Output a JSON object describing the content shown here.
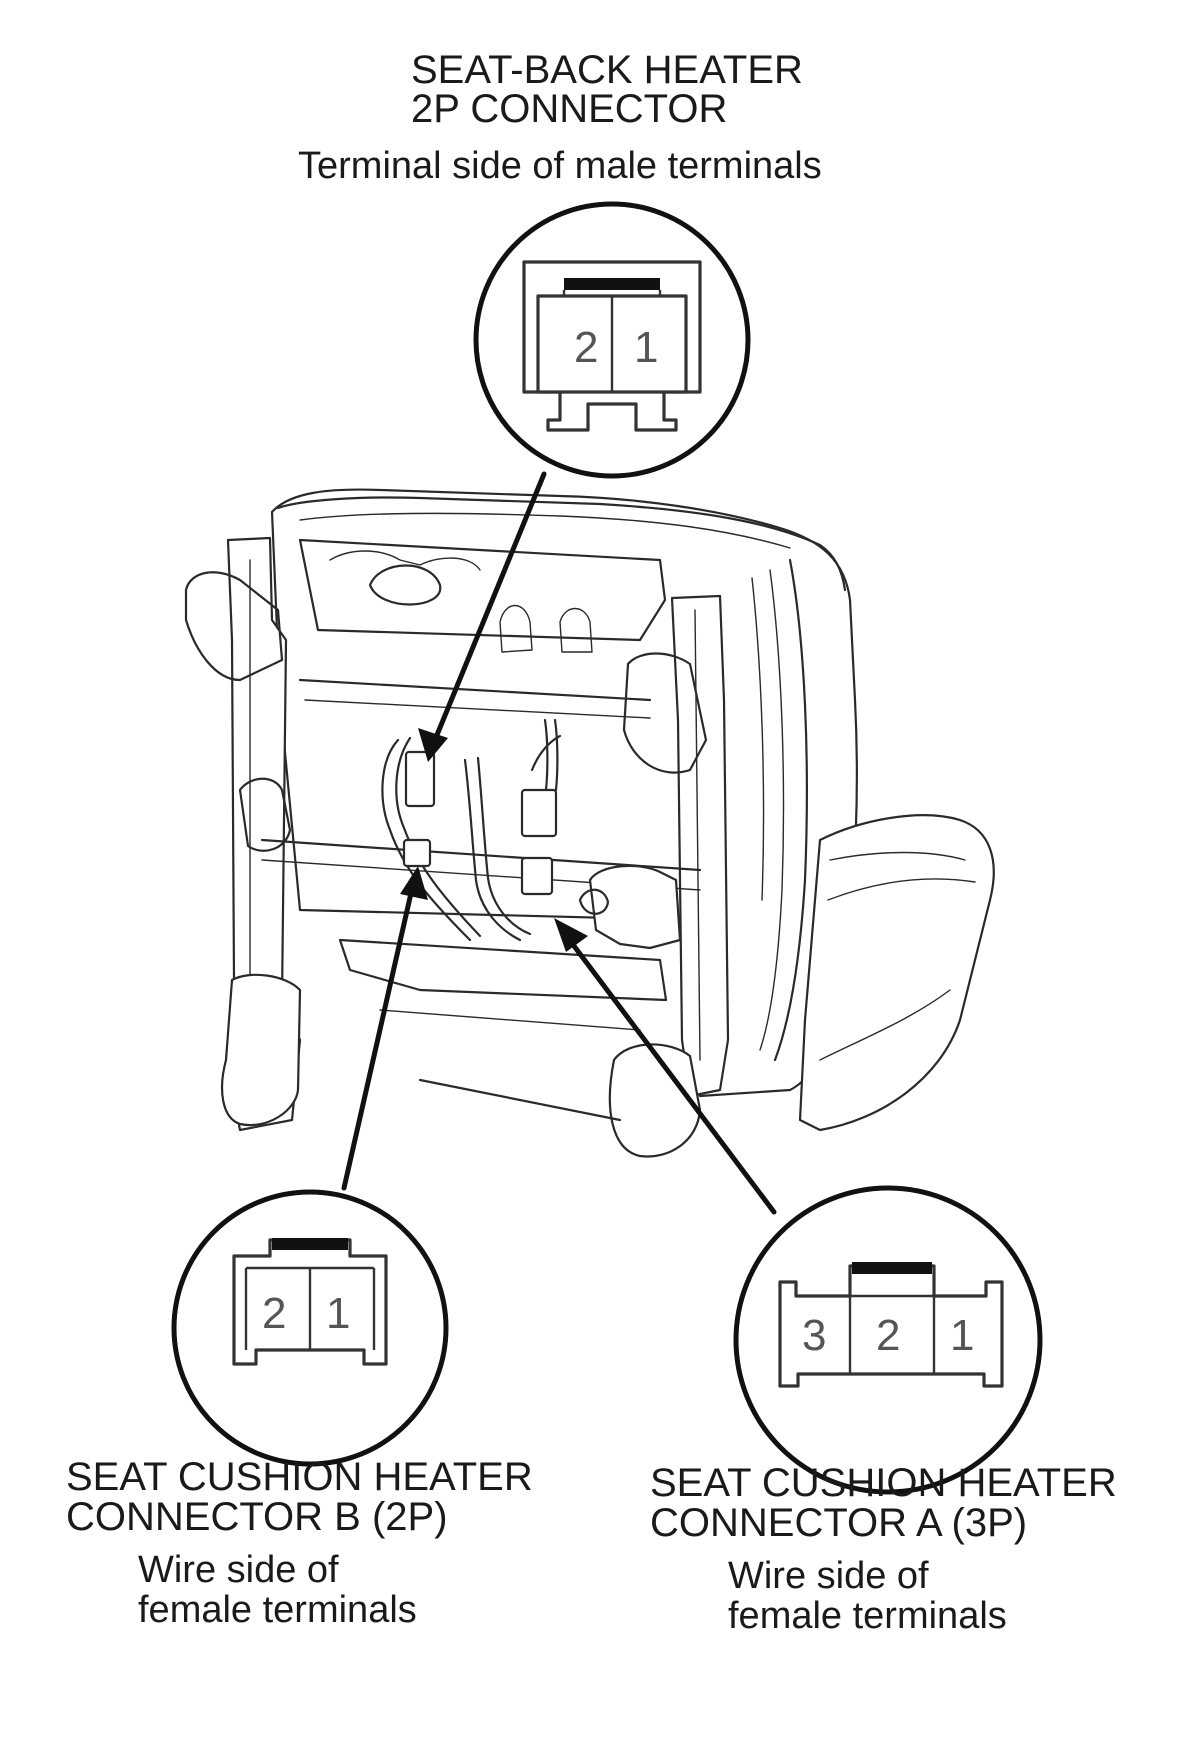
{
  "seat_back_connector": {
    "title_line1": "SEAT-BACK HEATER",
    "title_line2": "2P CONNECTOR",
    "view": "Terminal side of male terminals",
    "pins": [
      "2",
      "1"
    ]
  },
  "cushion_connector_b": {
    "title_line1": "SEAT CUSHION HEATER",
    "title_line2": "CONNECTOR B (2P)",
    "view_line1": "Wire side of",
    "view_line2": "female terminals",
    "pins": [
      "2",
      "1"
    ]
  },
  "cushion_connector_a": {
    "title_line1": "SEAT CUSHION HEATER",
    "title_line2": "CONNECTOR A (3P)",
    "view_line1": "Wire side of",
    "view_line2": "female terminals",
    "pins": [
      "3",
      "2",
      "1"
    ]
  }
}
